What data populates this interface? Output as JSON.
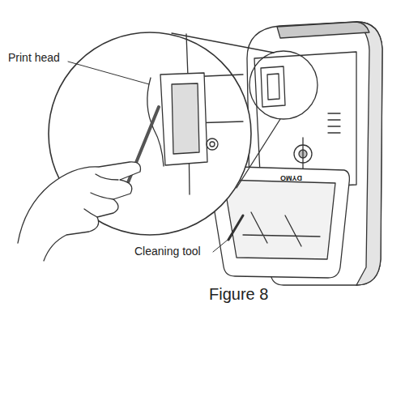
{
  "diagram": {
    "caption": "Figure 8",
    "labels": [
      "Print head",
      "Cleaning tool",
      "DYMO"
    ]
  }
}
